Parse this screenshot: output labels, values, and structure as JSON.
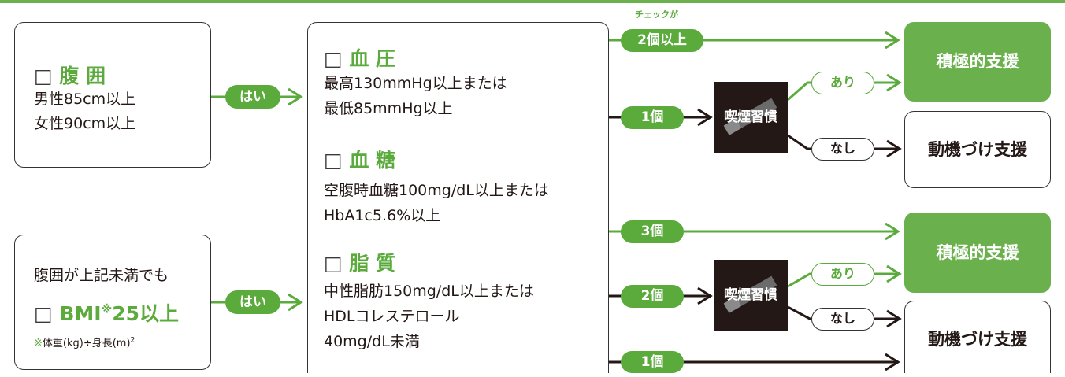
{
  "left_top": {
    "title_box": "□",
    "title": "腹 囲",
    "line1": "男性85cm以上",
    "line2": "女性90cm以上"
  },
  "left_bottom": {
    "line1": "腹囲が上記未満でも",
    "title_box": "□",
    "title": "BMI",
    "title_mark": "※",
    "title_tail": "25以上",
    "note_mark": "※",
    "note": "体重(kg)÷身長(m)",
    "note_sup": "2"
  },
  "yes_label": "はい",
  "center": {
    "bp": {
      "box": "□",
      "title": "血 圧",
      "line1": "最高130mmHg以上または",
      "line2": "最低85mmHg以上"
    },
    "sugar": {
      "box": "□",
      "title": "血 糖",
      "line1": "空腹時血糖100mg/dL以上または",
      "line2": "HbA1c5.6%以上"
    },
    "lipid": {
      "box": "□",
      "title": "脂 質",
      "line1": "中性脂肪150mg/dL以上または",
      "line2": "HDLコレステロール",
      "line3": "40mg/dL未満"
    }
  },
  "check_caption": "チェックが",
  "counts": {
    "top_two_plus": "2個以上",
    "top_one": "1個",
    "bottom_three": "3個",
    "bottom_two": "2個",
    "bottom_one": "1個"
  },
  "smoking": "喫煙習慣",
  "yes_smoke": "あり",
  "no_smoke": "なし",
  "results": {
    "active": "積極的支援",
    "motivation": "動機づけ支援"
  },
  "colors": {
    "green": "#5aaa3c",
    "green_box": "#6ab04c",
    "dark": "#231815"
  }
}
